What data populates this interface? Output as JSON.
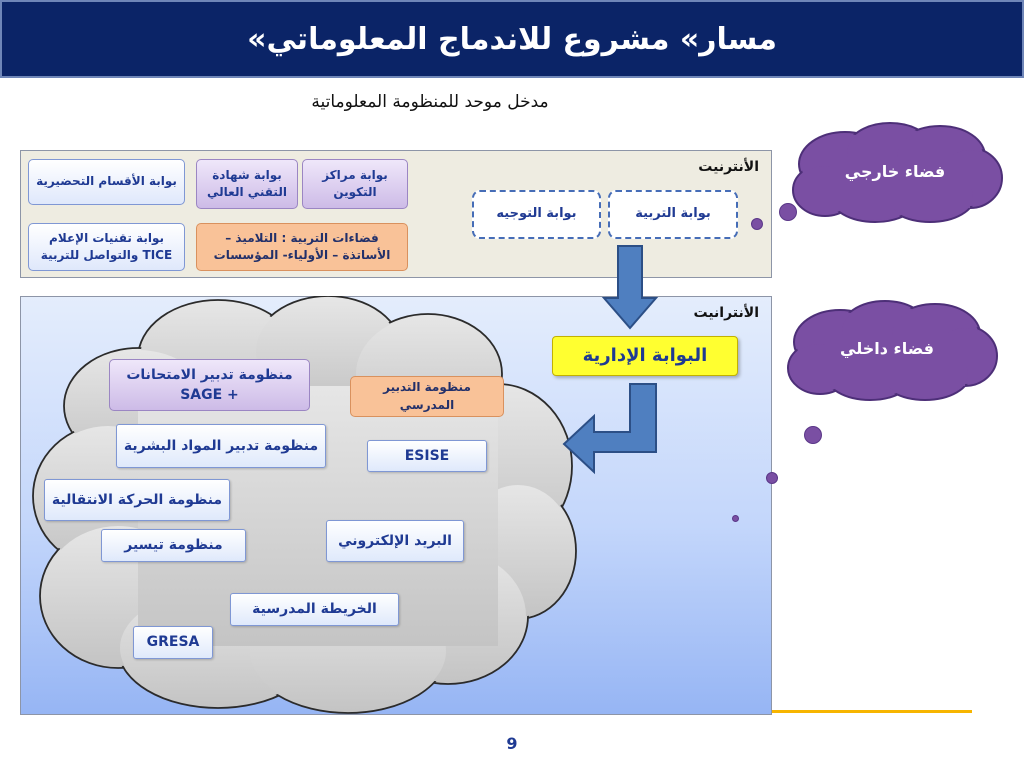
{
  "slide": {
    "title": "«مسار» مشروع للاندماج المعلوماتي",
    "subtitle": "مدخل موحد للمنظومة المعلوماتية",
    "page_number": "9"
  },
  "internet_panel": {
    "label": "الأنترنيت",
    "portals": {
      "preparatory": "بوابة الأقسام التحضيرية",
      "higher_tech_cert": "بوابة شهادة التقني العالي",
      "training_centers": "بوابة مراكز التكوين",
      "tice": "بوابة تقنيات الإعلام والتواصل للتربية TICE",
      "education_spaces": "فضاءات التربية : التلاميذ – الأساتذة – الأولياء- المؤسسات",
      "guidance": "بوابة التوجيه",
      "education": "بوابة التربية"
    }
  },
  "intranet_panel": {
    "label": "الأنترانيت",
    "admin_portal": "البوابة الإدارية",
    "systems": {
      "exams": "منظومة تدبير الامتحانات SAGE +",
      "school_management": "منظومة التدبير المدرسي",
      "hr": "منظومة تدبير المواد البشرية",
      "esise": "ESISE",
      "mobility": "منظومة الحركة الانتقالية",
      "taysir": "منظومة تيسير",
      "email": "البريد الإلكتروني",
      "school_map": "الخريطة المدرسية",
      "gresa": "GRESA"
    }
  },
  "spaces": {
    "external": "فضاء خارجي",
    "internal": "فضاء داخلي"
  },
  "colors": {
    "title_bg": "#0b2467",
    "cloud_purple": "#7a4fa3",
    "arrow_blue": "#4f7fc0",
    "admin_portal_bg": "#ffff30"
  }
}
